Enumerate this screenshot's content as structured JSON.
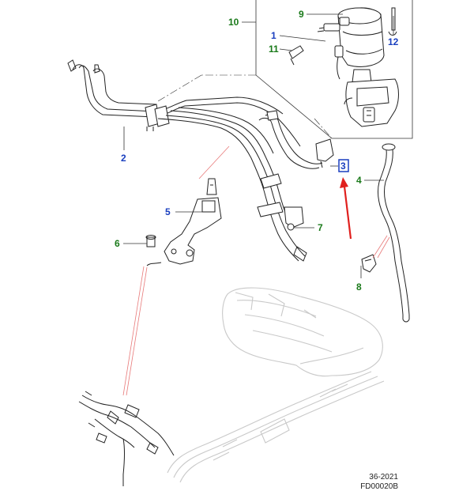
{
  "callouts": [
    {
      "id": "1",
      "color": "blue"
    },
    {
      "id": "2",
      "color": "blue"
    },
    {
      "id": "3",
      "color": "blue",
      "highlighted": true
    },
    {
      "id": "4",
      "color": "green"
    },
    {
      "id": "5",
      "color": "blue"
    },
    {
      "id": "6",
      "color": "green"
    },
    {
      "id": "7",
      "color": "green"
    },
    {
      "id": "8",
      "color": "green"
    },
    {
      "id": "9",
      "color": "green"
    },
    {
      "id": "10",
      "color": "green"
    },
    {
      "id": "11",
      "color": "green"
    },
    {
      "id": "12",
      "color": "blue"
    }
  ],
  "footer": {
    "date": "36-2021",
    "code": "FD00020B"
  },
  "colors": {
    "green": "#1a7a1a",
    "blue": "#1a3fbf",
    "arrow": "#e0201e",
    "highlight_box": "#1a3fbf"
  }
}
